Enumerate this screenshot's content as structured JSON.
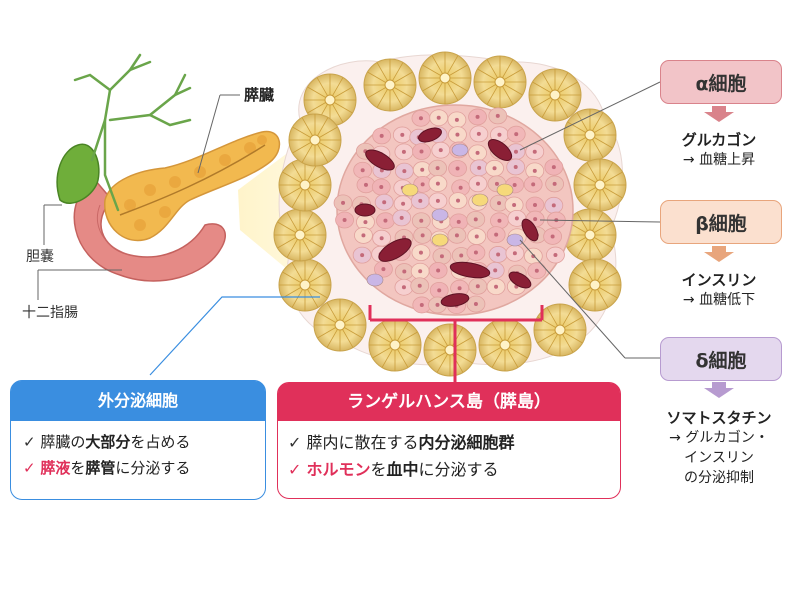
{
  "labels": {
    "pancreas": "膵臓",
    "gallbladder": "胆嚢",
    "duodenum": "十二指腸"
  },
  "cells": [
    {
      "name": "α細胞",
      "hormone": "グルカゴン",
      "effect": "→ 血糖上昇",
      "color": "#f2c4c8",
      "border": "#d9838b"
    },
    {
      "name": "β細胞",
      "hormone": "インスリン",
      "effect": "→ 血糖低下",
      "color": "#fbe0cf",
      "border": "#e8a57c"
    },
    {
      "name": "δ細胞",
      "hormone": "ソマトスタチン",
      "effect_lines": [
        "→ グルカゴン・",
        "インスリン",
        "の分泌抑制"
      ],
      "color": "#e4d8ee",
      "border": "#b79bd0"
    }
  ],
  "exocrine": {
    "title": "外分泌細胞",
    "line1_pre": "膵臓の",
    "line1_bold": "大部分",
    "line1_post": "を占める",
    "line2_red": "膵液",
    "line2_mid": "を",
    "line2_bold": "膵管",
    "line2_post": "に分泌する",
    "color": "#3a8ee0"
  },
  "langerhans": {
    "title": "ランゲルハンス島（膵島）",
    "line1_pre": "膵内に散在する",
    "line1_bold": "内分泌細胞群",
    "line2_red": "ホルモン",
    "line2_mid": "を",
    "line2_bold": "血中",
    "line2_post": "に分泌する",
    "color": "#e0305a"
  },
  "check_mark": "✓"
}
